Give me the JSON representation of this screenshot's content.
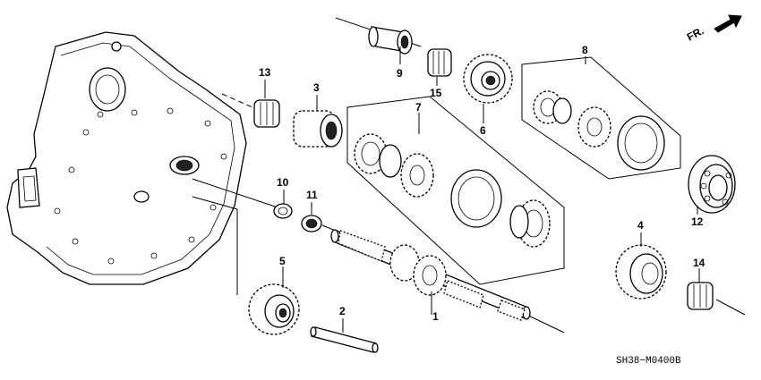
{
  "diagram": {
    "orientation_label": "FR.",
    "reference_code": "SH38−M0400B",
    "callouts": [
      "1",
      "2",
      "3",
      "4",
      "5",
      "6",
      "7",
      "8",
      "9",
      "10",
      "11",
      "12",
      "13",
      "14",
      "15"
    ]
  }
}
